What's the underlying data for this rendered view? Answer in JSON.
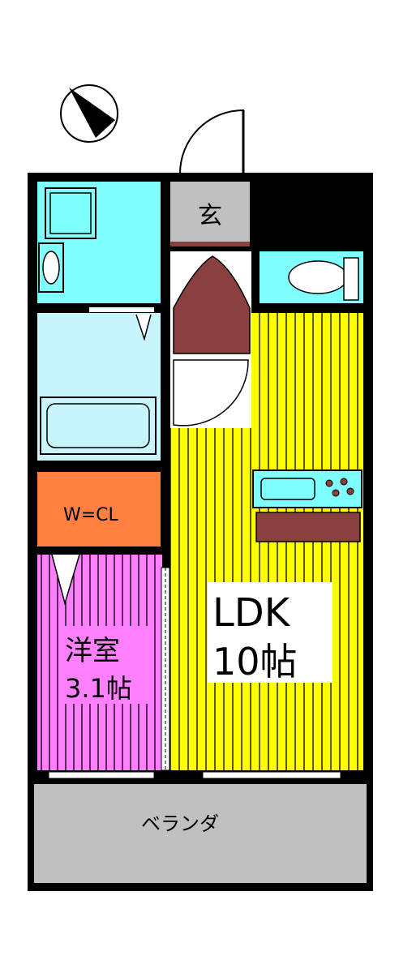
{
  "rooms": {
    "genkan": {
      "label": "玄",
      "color": "#c0c0c0"
    },
    "wcl": {
      "label": "W=CL",
      "color": "#ff8040"
    },
    "yoshitsu": {
      "label_line1": "洋室",
      "label_line2": "3.1帖",
      "color": "#ff80ff"
    },
    "ldk": {
      "label_line1": "LDK",
      "label_line2": "10帖",
      "color": "#ffff00"
    },
    "veranda": {
      "label": "ベランダ",
      "color": "#c0c0c0"
    },
    "washroom": {
      "color": "#80ffff"
    },
    "bathroom": {
      "color": "#c8f4fb"
    },
    "toilet": {
      "color": "#80ffff"
    },
    "hallway": {
      "color": "#8b4040"
    },
    "kitchen": {
      "color": "#8b4040"
    }
  },
  "colors": {
    "wall": "#000000",
    "stripe": "#000000",
    "fixture": "#000000"
  }
}
